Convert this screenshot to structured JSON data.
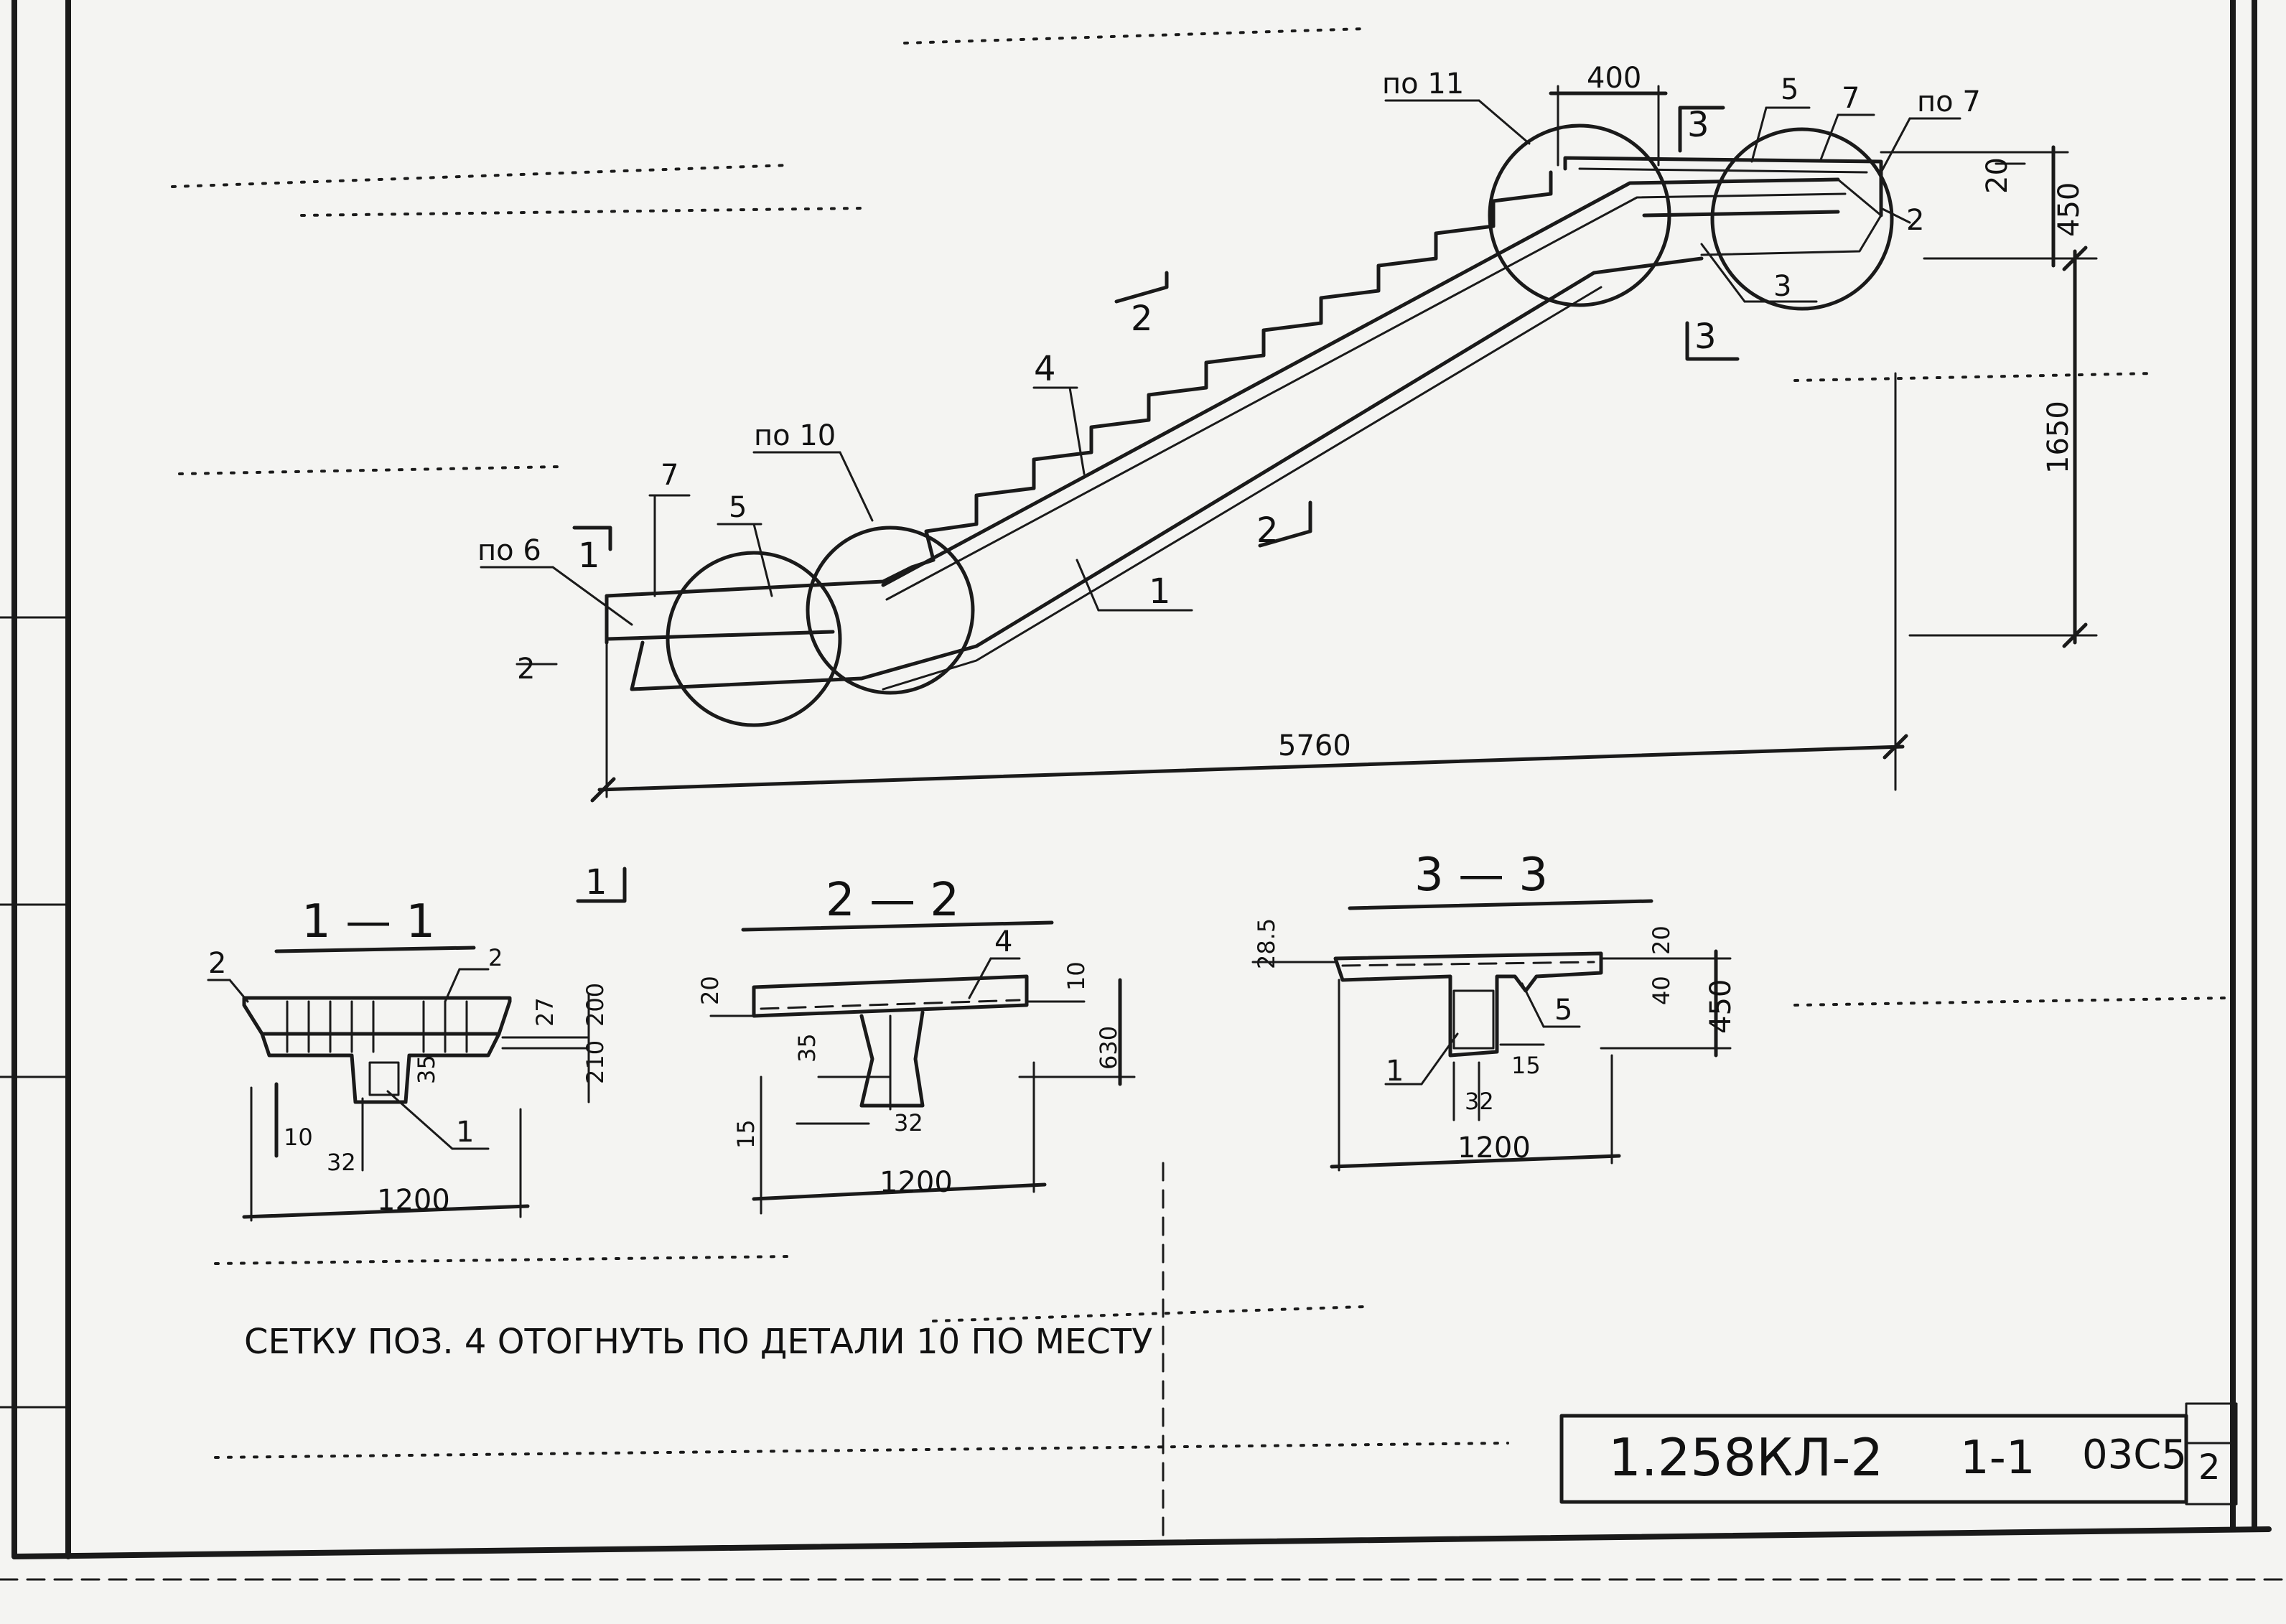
{
  "main_view": {
    "labels": {
      "po11": "по 11",
      "po10": "по 10",
      "po6": "по 6",
      "po7": "по 7",
      "mark_1": "1",
      "mark_2": "2",
      "mark_3": "3",
      "mark_4": "4",
      "mark_5": "5",
      "mark_7": "7"
    },
    "dims": {
      "length": "5760",
      "height": "1650",
      "landing": "400",
      "top": "20",
      "right": "450"
    }
  },
  "sections": {
    "s11": {
      "title": "1 — 1",
      "width": "1200",
      "d10": "10",
      "d32": "32",
      "d35": "35",
      "d27": "27",
      "d200": "200",
      "d210": "210",
      "m1": "1",
      "m2": "2"
    },
    "s22": {
      "title": "2 — 2",
      "width": "1200",
      "d20": "20",
      "d10": "10",
      "d35": "35",
      "d32": "32",
      "d15": "15",
      "d630": "630",
      "m4": "4"
    },
    "s33": {
      "title": "3 — 3",
      "width": "1200",
      "d285": "28.5",
      "d20": "20",
      "d450": "450",
      "d32": "32",
      "d15": "15",
      "d40": "40",
      "m1": "1",
      "m5": "5"
    }
  },
  "note": "СЕТКУ ПОЗ. 4 ОТОГНУТЬ ПО ДЕТАЛИ 10 ПО МЕСТУ",
  "title_block": {
    "code": "1.258КЛ-2",
    "sheet": "1-1",
    "suffix": "03С5",
    "page": "2"
  }
}
